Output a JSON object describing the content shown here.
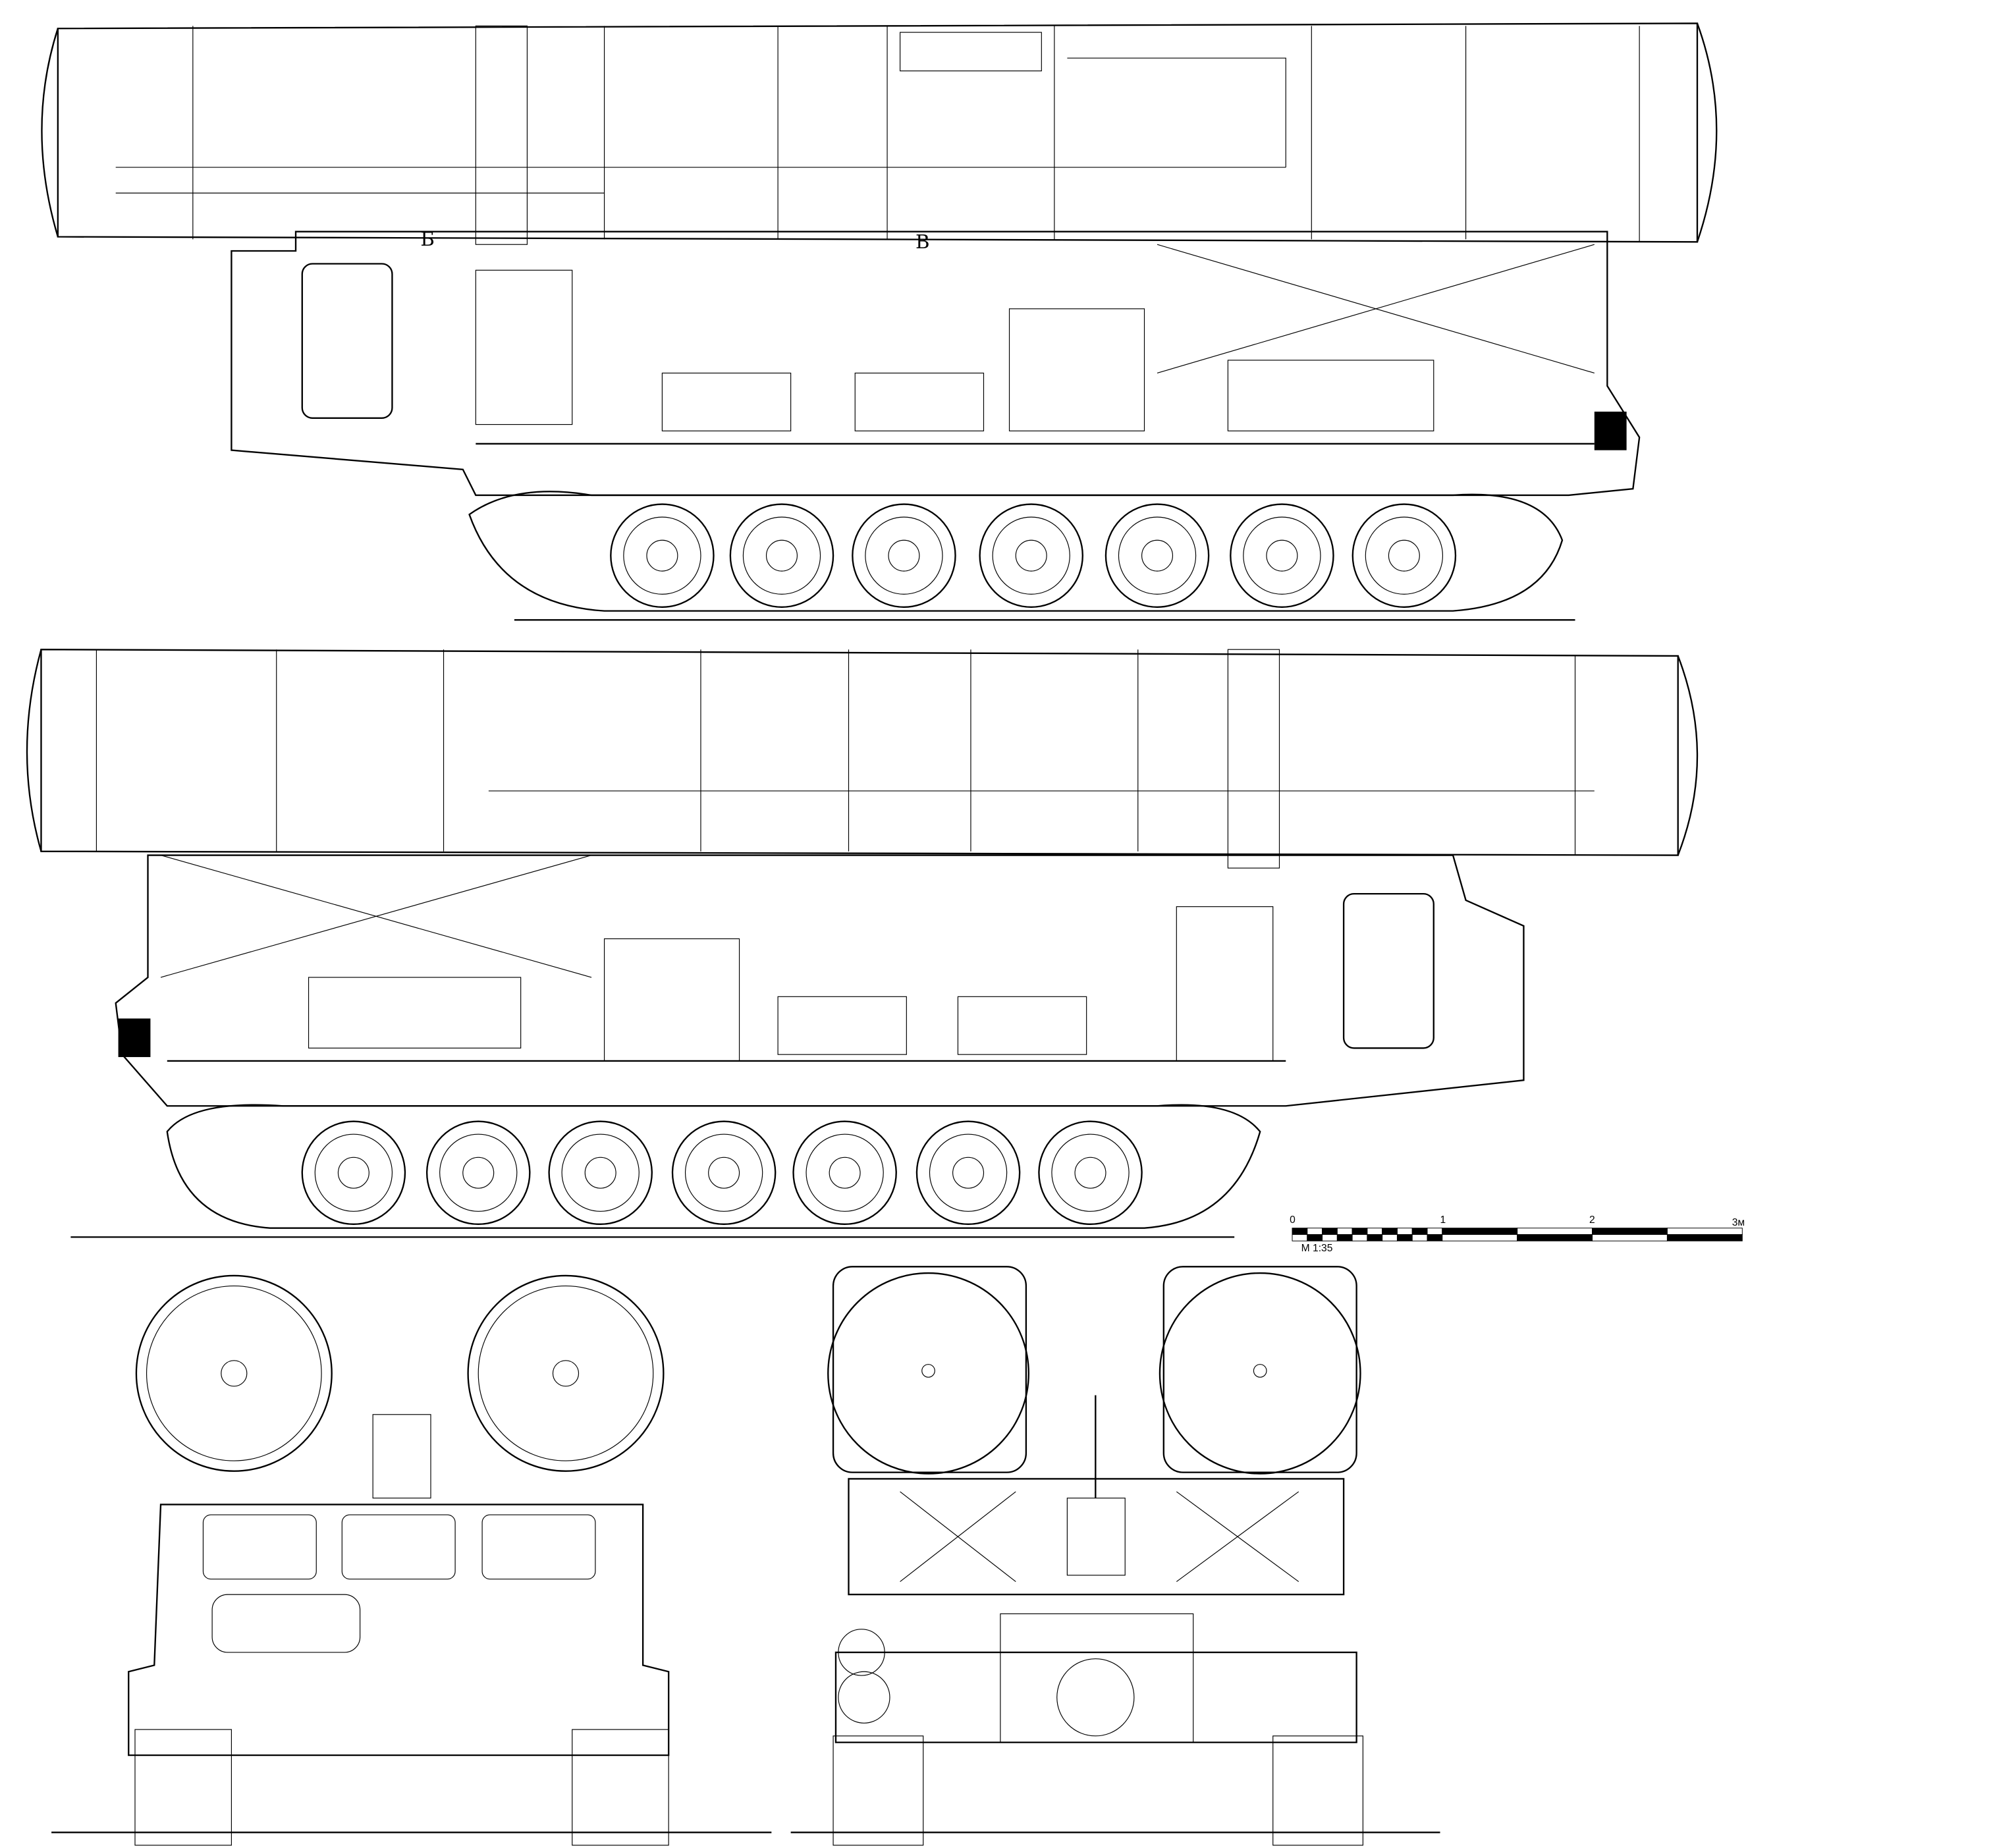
{
  "drawing": {
    "markers": {
      "b": "Б",
      "v": "В"
    },
    "scale_bar": {
      "ticks": [
        "0",
        "1",
        "2",
        "3м"
      ],
      "scale_label": "М 1:35"
    },
    "views": [
      "side-right",
      "side-left",
      "rear",
      "front"
    ],
    "road_wheels_per_side": 7
  }
}
